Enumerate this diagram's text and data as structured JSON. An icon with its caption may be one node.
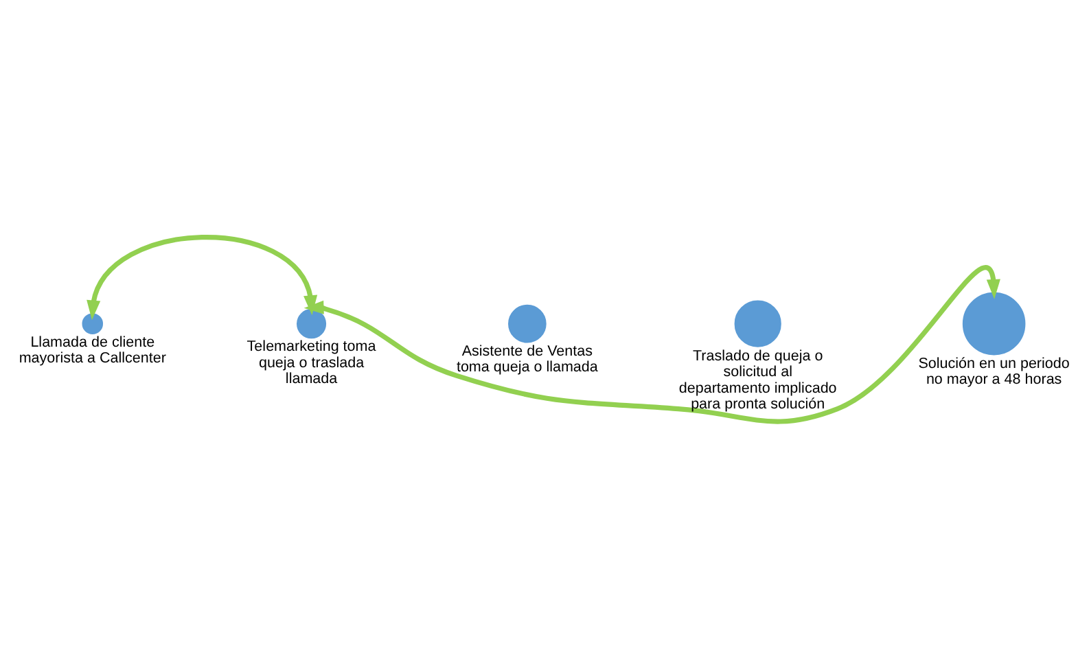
{
  "diagram": {
    "nodes": [
      {
        "text": [],
        "shape": "circle",
        "beside": [
          "Llamada de cliente mayorista a Callcenter"
        ]
      },
      {
        "text": [],
        "shape": "circle",
        "beside": [
          "Telemarketing toma queja o traslada llamada"
        ]
      },
      {
        "text": [],
        "shape": "circle",
        "beside": [
          "Asistente de Ventas toma queja o llamada"
        ]
      },
      {
        "text": [],
        "shape": "circle",
        "beside": [
          "Traslado de queja o solicitud al departamento implicado para pronta solución"
        ]
      },
      {
        "text": [],
        "shape": "circle",
        "beside": [
          "Solución en un periodo no mayor a 48 horas"
        ]
      }
    ],
    "edges": [
      {
        "from": 0,
        "to": 1,
        "arrow": "both"
      },
      {
        "from": 1,
        "to": 4,
        "arrow": "both"
      }
    ]
  }
}
